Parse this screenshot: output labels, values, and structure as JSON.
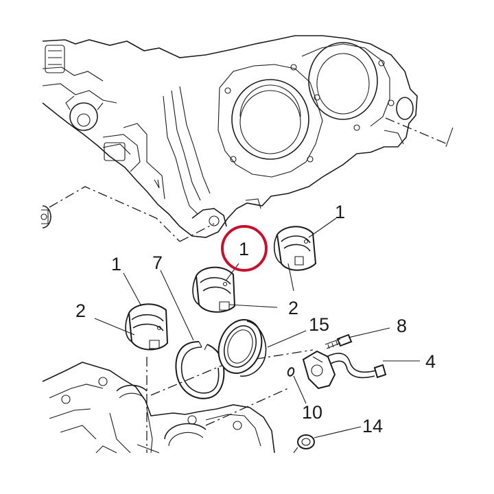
{
  "callouts": {
    "c_bearing_top_right": "1",
    "c_bearing_center_circled": "1",
    "c_bearing_left": "1",
    "c_shell_left": "2",
    "c_shell_center": "2",
    "c_circlip": "7",
    "c_seal": "15",
    "c_bolt": "8",
    "c_sensor": "4",
    "c_oring": "10",
    "c_plug": "14"
  },
  "highlight": {
    "color": "#c8102e",
    "target": "c_bearing_center_circled"
  },
  "line_color": "#1a1a1a"
}
